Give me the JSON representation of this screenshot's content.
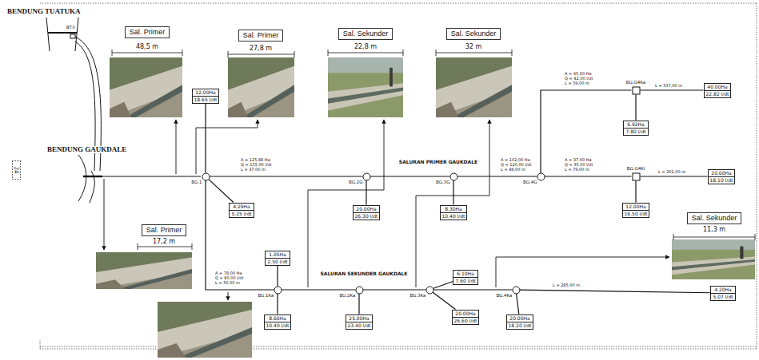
{
  "diagram": {
    "nodes": [
      {
        "text": [
          "Sal. Primer"
        ]
      },
      {
        "text": [
          "Sal. Primer"
        ]
      },
      {
        "text": [
          "Sal. Sekunder"
        ]
      },
      {
        "text": [
          "Sal. Sekunder"
        ]
      },
      {
        "text": [
          "40.00Ha",
          "22.82 l/dt"
        ]
      },
      {
        "text": [
          "BG.G4Ka"
        ]
      },
      {
        "text": [
          "12.00Ha",
          "18.65 l/dt"
        ]
      },
      {
        "text": [
          "BG.1"
        ]
      },
      {
        "text": [
          "BG.2G"
        ]
      },
      {
        "text": [
          "BG.3G"
        ]
      },
      {
        "text": [
          "BG.4G"
        ]
      },
      {
        "text": [
          "BG.G4Ki"
        ]
      },
      {
        "text": [
          "20.00Ha",
          "18.10 l/dt"
        ]
      },
      {
        "text": [
          "6.92Ha",
          "7.80 l/dt"
        ]
      },
      {
        "text": [
          "4.29Ha",
          "5.25 l/dt"
        ]
      },
      {
        "text": [
          "20.00Ha",
          "26.30 l/dt"
        ]
      },
      {
        "text": [
          "8.30Ha",
          "10.40 l/dt"
        ]
      },
      {
        "text": [
          "12.00Ha",
          "16.50 l/dt"
        ]
      },
      {
        "text": [
          "Sal. Primer"
        ]
      },
      {
        "text": [
          "Sal. Sekunder"
        ]
      },
      {
        "text": [
          "1.05Ha",
          "2.50 l/dt"
        ]
      },
      {
        "text": [
          "6.10Ha",
          "7.60 l/dt"
        ]
      },
      {
        "text": [
          "BG.1Ka"
        ]
      },
      {
        "text": [
          "BG.2Ka"
        ]
      },
      {
        "text": [
          "BG.3Ka"
        ]
      },
      {
        "text": [
          "BG.4Ka"
        ]
      },
      {
        "text": [
          "4.20Ha",
          "5.07 l/dt"
        ]
      },
      {
        "text": [
          "20.00Ha",
          "26.60 l/dt"
        ]
      },
      {
        "text": [
          "8.60Ha",
          "10.40 l/dt"
        ]
      },
      {
        "text": [
          "25.00Ha",
          "23.40 l/dt"
        ]
      },
      {
        "text": [
          "20.00Ha",
          "18.20 l/dt"
        ]
      },
      {
        "text": [
          "24"
        ]
      }
    ],
    "edges": [
      {
        "from": 7,
        "to": 8,
        "arrow": "none"
      },
      {
        "from": 8,
        "to": 9,
        "arrow": "none"
      },
      {
        "from": 9,
        "to": 10,
        "arrow": "none"
      },
      {
        "from": 10,
        "to": 5,
        "arrow": "none"
      },
      {
        "from": 10,
        "to": 11,
        "arrow": "none"
      },
      {
        "from": 5,
        "to": 4,
        "arrow": "none"
      },
      {
        "from": 11,
        "to": 12,
        "arrow": "none"
      },
      {
        "from": 7,
        "to": 6,
        "arrow": "none"
      },
      {
        "from": 7,
        "to": 14,
        "arrow": "none"
      },
      {
        "from": 8,
        "to": 15,
        "arrow": "none"
      },
      {
        "from": 9,
        "to": 16,
        "arrow": "none"
      },
      {
        "from": 5,
        "to": 13,
        "arrow": "none"
      },
      {
        "from": 11,
        "to": 17,
        "arrow": "none"
      },
      {
        "from": 7,
        "to": 22,
        "arrow": "none"
      },
      {
        "from": 22,
        "to": 23,
        "arrow": "none"
      },
      {
        "from": 23,
        "to": 24,
        "arrow": "none"
      },
      {
        "from": 24,
        "to": 25,
        "arrow": "none"
      },
      {
        "from": 25,
        "to": 26,
        "arrow": "none"
      },
      {
        "from": 22,
        "to": 20,
        "arrow": "none"
      },
      {
        "from": 22,
        "to": 28,
        "arrow": "none"
      },
      {
        "from": 23,
        "to": 29,
        "arrow": "none"
      },
      {
        "from": 24,
        "to": 21,
        "arrow": "none"
      },
      {
        "from": 24,
        "to": 27,
        "arrow": "none"
      },
      {
        "from": 25,
        "to": 30,
        "arrow": "none"
      }
    ],
    "labels": [
      "BENDUNG TUATUKA",
      "BT.0",
      "BENDUNG GAUKDALE",
      "48,5 m",
      "27,8 m",
      "22,8 m",
      "32 m",
      "17,2 m",
      "11,3 m",
      "SALURAN PRIMER GAUKDALE",
      "SALURAN SEKUNDER GAUKDALE",
      "A = 125,88 Ha",
      "Q = 155,00 l/dt",
      "L = 37,00 m",
      "A = 102,00 Ha",
      "Q = 120,00 l/dt",
      "L = 48,00 m",
      "A = 37,00 Ha",
      "Q = 35,00 l/dt",
      "L = 79,00 m",
      "A = 45,00 Ha",
      "Q = 42,00 l/dt",
      "L = 59,00 m",
      "A = 78,00 Ha",
      "Q = 80,00 l/dt",
      "L = 50,00 m",
      "L = 537,00 m",
      "L = 202,00 m",
      "L = 285,00 m"
    ]
  }
}
